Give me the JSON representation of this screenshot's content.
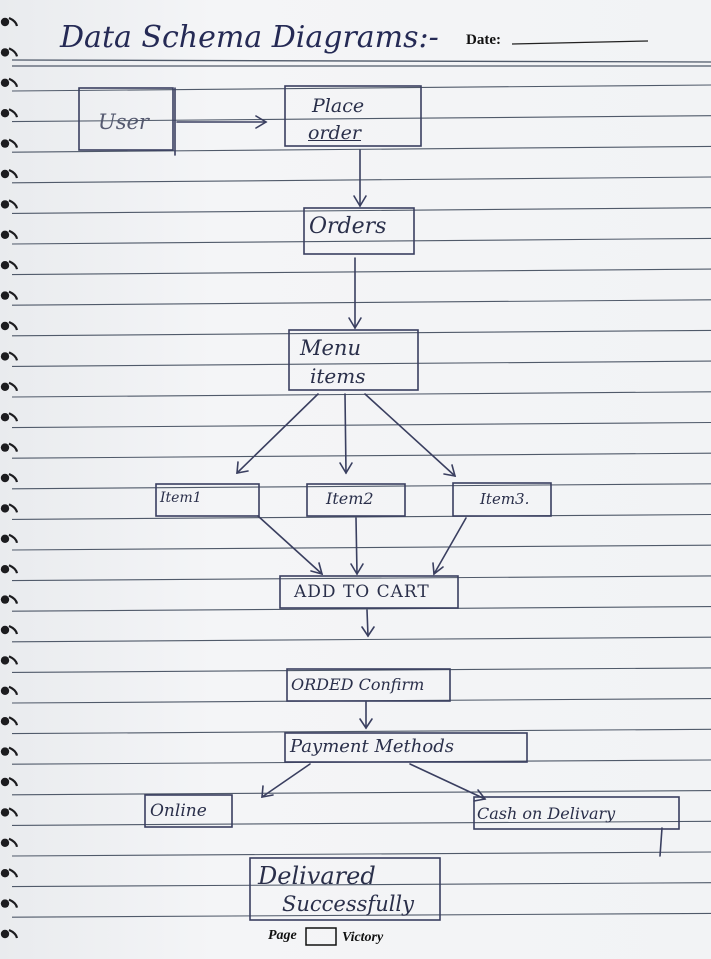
{
  "header": {
    "title": "Data Schema Diagrams:-",
    "date_label": "Date:"
  },
  "nodes": {
    "user": "User",
    "place_order": [
      "Place",
      "order"
    ],
    "orders": "Orders",
    "menu_items": [
      "Menu",
      "items"
    ],
    "item1": "Item1",
    "item2": "Item2",
    "item3": "Item3.",
    "add_to_cart": "ADD TO CART",
    "order_confirm": "ORDED Confirm",
    "payment_methods": "Payment Methods",
    "online": "Online",
    "cash_on_delivery": "Cash on Delivary",
    "delivered": [
      "Delivared",
      "Successfully"
    ]
  },
  "footer": {
    "page_label": "Page",
    "brand": "Victory"
  },
  "colors": {
    "ink": "#2a2f4a",
    "rule": "#505a6a",
    "paper": "#f2f3f5"
  }
}
